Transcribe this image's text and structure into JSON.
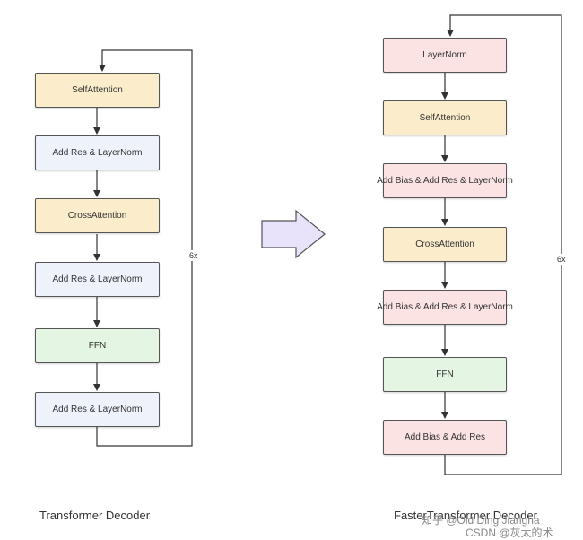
{
  "colors": {
    "attention": "#fbeccb",
    "add_res": "#eef2fb",
    "ffn": "#e4f5e3",
    "layernorm_faster": "#fbe3e4",
    "arrow_fill": "#e9e2fb",
    "stroke": "#555555"
  },
  "left_decoder": {
    "title": "Transformer Decoder",
    "loop_label": "6x",
    "nodes": [
      {
        "label": "SelfAttention",
        "kind": "attention"
      },
      {
        "label": "Add Res & LayerNorm",
        "kind": "add_res"
      },
      {
        "label": "CrossAttention",
        "kind": "attention"
      },
      {
        "label": "Add Res & LayerNorm",
        "kind": "add_res"
      },
      {
        "label": "FFN",
        "kind": "ffn"
      },
      {
        "label": "Add Res & LayerNorm",
        "kind": "add_res"
      }
    ]
  },
  "right_decoder": {
    "title": "FasterTransformer Decoder",
    "loop_label": "6x",
    "nodes": [
      {
        "label": "LayerNorm",
        "kind": "layernorm_faster"
      },
      {
        "label": "SelfAttention",
        "kind": "attention"
      },
      {
        "label": "Add  Bias & Add  Res & LayerNorm",
        "kind": "layernorm_faster"
      },
      {
        "label": "CrossAttention",
        "kind": "attention"
      },
      {
        "label": "Add  Bias & Add  Res & LayerNorm",
        "kind": "layernorm_faster"
      },
      {
        "label": "FFN",
        "kind": "ffn"
      },
      {
        "label": "Add  Bias & Add  Res",
        "kind": "layernorm_faster"
      }
    ]
  },
  "watermark": {
    "line1": "知乎 @Old Ding Jiangha",
    "line2": "CSDN @灰太的术"
  }
}
